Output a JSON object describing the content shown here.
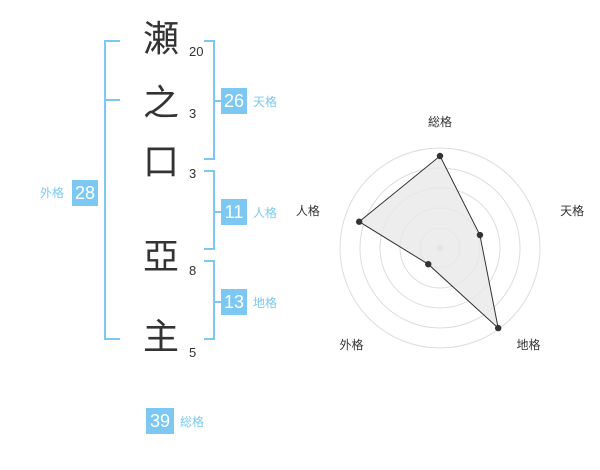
{
  "name_chars": [
    {
      "char": "瀬",
      "strokes": "20"
    },
    {
      "char": "之",
      "strokes": "3"
    },
    {
      "char": "口",
      "strokes": "3"
    },
    {
      "char": "亞",
      "strokes": "8"
    },
    {
      "char": "主",
      "strokes": "5"
    }
  ],
  "fortunes": {
    "tenkaku": {
      "value": "26",
      "label": "天格"
    },
    "jinkaku": {
      "value": "11",
      "label": "人格"
    },
    "chikaku": {
      "value": "13",
      "label": "地格"
    },
    "gaikaku": {
      "value": "28",
      "label": "外格"
    },
    "soukaku": {
      "value": "39",
      "label": "総格"
    }
  },
  "radar": {
    "axes": [
      "総格",
      "天格",
      "地格",
      "外格",
      "人格"
    ],
    "values": [
      0.92,
      0.42,
      0.99,
      0.2,
      0.85
    ],
    "accent_color": "#7cc8f2",
    "fill_color": "#e8e8e8"
  }
}
